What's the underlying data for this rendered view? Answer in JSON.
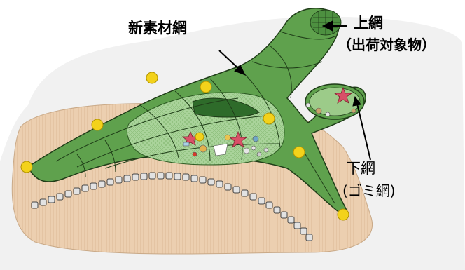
{
  "labels": {
    "new_net": "新素材網",
    "upper_net": "上網",
    "upper_net_sub": "（出荷対象物）",
    "lower_net": "下網",
    "lower_net_sub": "(ゴミ網)"
  },
  "colors": {
    "net_green": "#5fa14d",
    "net_light": "#8cc27a",
    "net_outline": "#1f3d18",
    "seabed": "#e9c9a6",
    "float_yellow": "#f3d21b",
    "chain_box": "#d9d9d9"
  },
  "icons": {
    "arrow": "arrow-icon",
    "float": "float-buoy-icon",
    "starfish": "starfish-icon"
  }
}
